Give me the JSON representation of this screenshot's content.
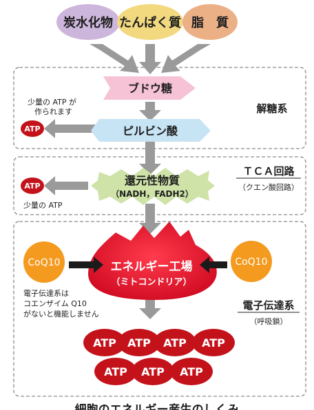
{
  "sources": [
    {
      "label": "炭水化物",
      "color": "#cdb6db"
    },
    {
      "label": "たんぱく質",
      "color": "#f2d980"
    },
    {
      "label": "脂　質",
      "color": "#ecb087"
    }
  ],
  "sections": {
    "glycolysis": {
      "title": "解糖系"
    },
    "tca": {
      "title": "ＴＣＡ回路",
      "subtitle": "（クエン酸回路）"
    },
    "etc": {
      "title": "電子伝達系",
      "subtitle": "（呼吸鎖）"
    }
  },
  "nodes": {
    "glucose": {
      "label": "ブドウ糖",
      "color": "#f6c2d6"
    },
    "pyruvate": {
      "label": "ピルビン酸",
      "color": "#c7e4f5"
    },
    "reduced": {
      "line1": "還元性物質",
      "line2": "（NADH，FADH2）",
      "color": "#cfe3a8"
    },
    "factory": {
      "line1": "エネルギー工場",
      "line2": "（ミトコンドリア）",
      "color": "#e8112d"
    }
  },
  "notes": {
    "glycolysis_atp_line1": "少量の ATP が",
    "glycolysis_atp_line2": "作られます",
    "tca_atp": "少量の ATP",
    "coq10_line1": "電子伝達系は",
    "coq10_line2": "コエンザイム Q10",
    "coq10_line3": "がないと機能しません"
  },
  "atp_label": "ATP",
  "atp_output_count": 7,
  "coq10": {
    "left": "CoQ10",
    "right": "CoQ10",
    "color": "#f39a1f"
  },
  "colors": {
    "atp": "#c4121b",
    "arrow": "#9a9a9a",
    "black_arrow": "#1b1b1b",
    "dash": "#8a8a8a",
    "text": "#1e1e1e"
  },
  "caption": "細胞のエネルギー産生のしくみ"
}
